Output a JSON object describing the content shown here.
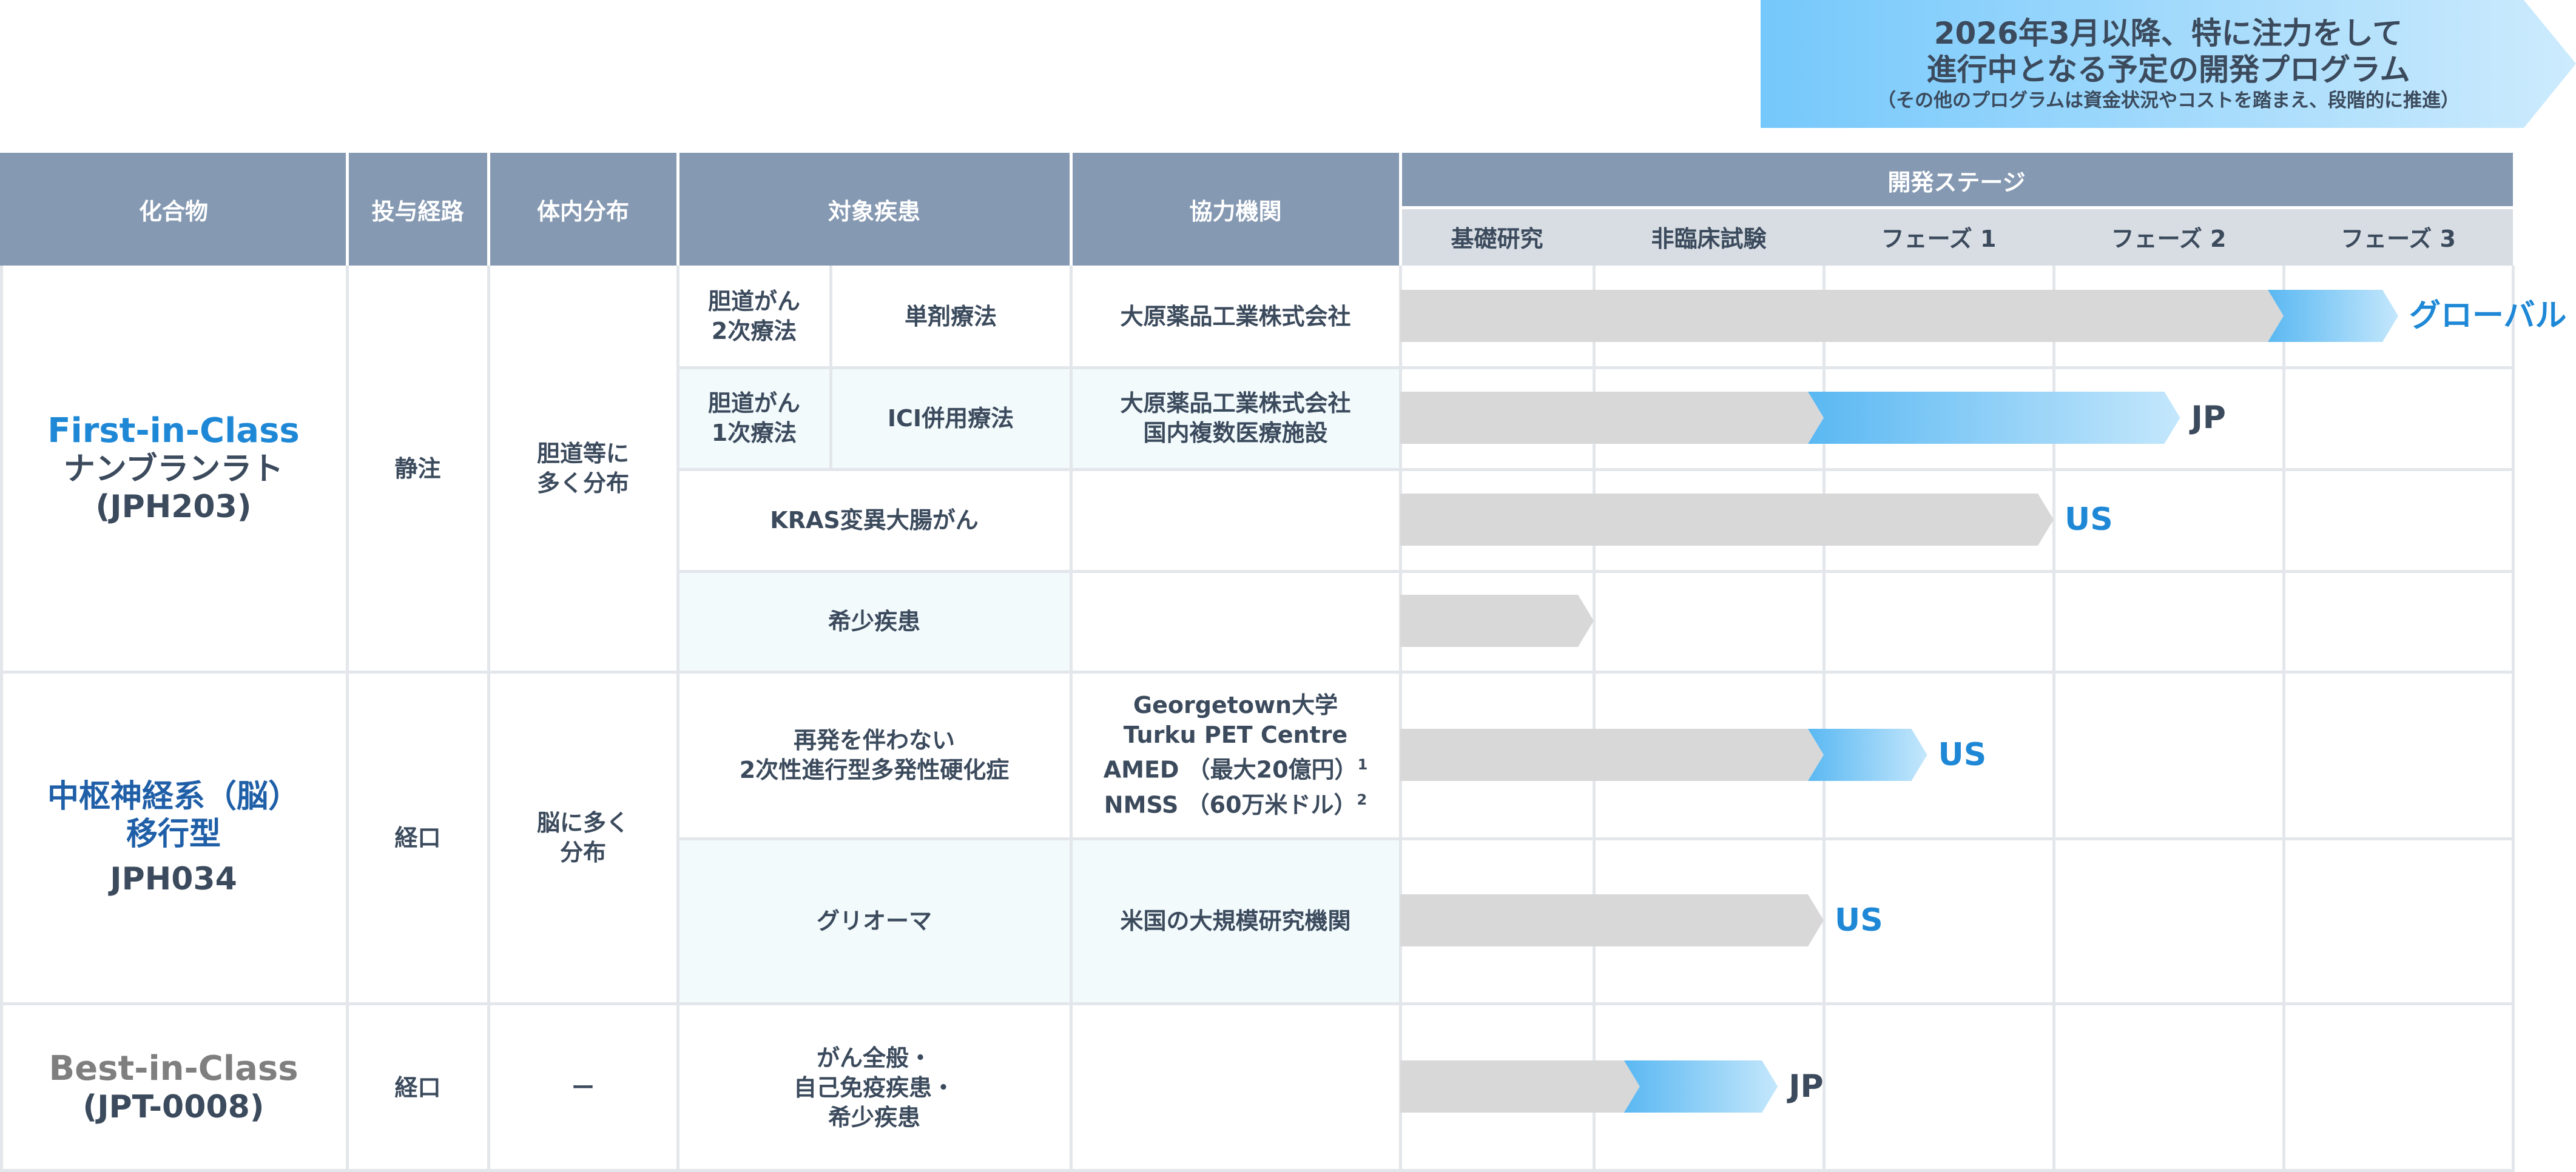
{
  "banner": {
    "line1": "2026年3月以降、特に注力をして",
    "line2": "進行中となる予定の開発プログラム",
    "line3": "（その他のプログラムは資金状況やコストを踏まえ、段階的に推進）"
  },
  "headers": {
    "compound": "化合物",
    "route": "投与経路",
    "distribution": "体内分布",
    "indication": "対象疾患",
    "partner": "協力機関",
    "stage": "開発ステージ",
    "stages": [
      "基礎研究",
      "非臨床試験",
      "フェーズ 1",
      "フェーズ 2",
      "フェーズ 3"
    ]
  },
  "compounds": [
    {
      "line1": "First-in-Class",
      "line2": "ナンブランラト",
      "line3": "(JPH203)",
      "route": "静注",
      "distribution_l1": "胆道等に",
      "distribution_l2": "多く分布"
    },
    {
      "line1": "中枢神経系（脳）",
      "line2": "移行型",
      "line3": "JPH034",
      "route": "経口",
      "distribution_l1": "脳に多く",
      "distribution_l2": "分布"
    },
    {
      "line1": "Best-in-Class",
      "line2": "(JPT-0008)",
      "route": "経口",
      "distribution": "ー"
    }
  ],
  "rows": [
    {
      "ind_a_l1": "胆道がん",
      "ind_a_l2": "2次療法",
      "ind_b": "単剤療法",
      "partner_l1": "大原薬品工業株式会社",
      "stage_value": 4.5,
      "colored_from": 4.0,
      "region": "グローバル"
    },
    {
      "ind_a_l1": "胆道がん",
      "ind_a_l2": "1次療法",
      "ind_b": "ICI併用療法",
      "partner_l1": "大原薬品工業株式会社",
      "partner_l2": "国内複数医療施設",
      "stage_value": 3.55,
      "colored_from": 2.0,
      "region": "JP"
    },
    {
      "ind": "KRAS変異大腸がん",
      "stage_value": 3.0,
      "region": "US"
    },
    {
      "ind": "希少疾患",
      "stage_value": 1.0
    },
    {
      "ind_l1": "再発を伴わない",
      "ind_l2": "2次性進行型多発性硬化症",
      "partner_l1": "Georgetown大学",
      "partner_l2": "Turku PET Centre",
      "partner_l3": "AMED （最大20億円）",
      "partner_l3_note": "1",
      "partner_l4": "NMSS （60万米ドル）",
      "partner_l4_note": "2",
      "stage_value": 2.45,
      "colored_from": 2.0,
      "region": "US"
    },
    {
      "ind": "グリオーマ",
      "partner_l1": "米国の大規模研究機関",
      "stage_value": 2.0,
      "region": "US"
    },
    {
      "ind_l1": "がん全般・",
      "ind_l2": "自己免疫疾患・",
      "ind_l3": "希少疾患",
      "stage_value": 1.8,
      "colored_from": 1.2,
      "region": "JP"
    }
  ],
  "colors": {
    "header": "#8599b2",
    "subheader": "#d8dde3",
    "bar_gray": "#d8d8d8",
    "bar_blue_start": "#5ab8f2",
    "bar_blue_end": "#c4e7fc",
    "accent_blue": "#1e88d6",
    "text": "#3b4a5c",
    "gray_text": "#7f7f7f"
  }
}
